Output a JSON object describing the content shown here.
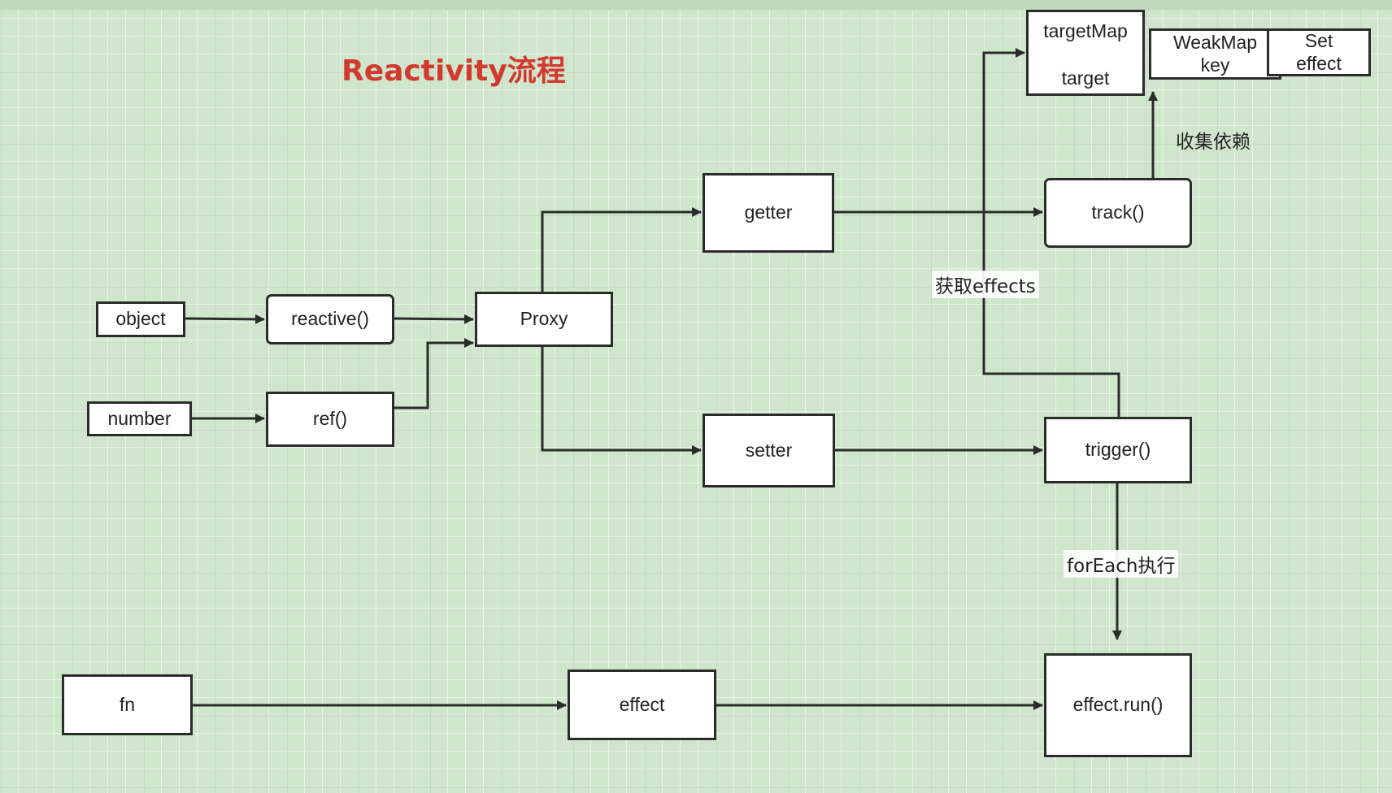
{
  "title": "Reactivity流程",
  "nodes": {
    "object": "object",
    "reactive": "reactive()",
    "number": "number",
    "ref": "ref()",
    "proxy": "Proxy",
    "getter": "getter",
    "setter": "setter",
    "track": "track()",
    "trigger": "trigger()",
    "fn": "fn",
    "effect": "effect",
    "effect_run": "effect.run()",
    "targetmap": {
      "line1": "targetMap",
      "line2": "target"
    },
    "weakmap": {
      "line1": "WeakMap",
      "line2": "key"
    },
    "set": {
      "line1": "Set",
      "line2": "effect"
    }
  },
  "edge_labels": {
    "collect": "收集依赖",
    "get_effects": "获取effects",
    "foreach": "forEach执行"
  }
}
